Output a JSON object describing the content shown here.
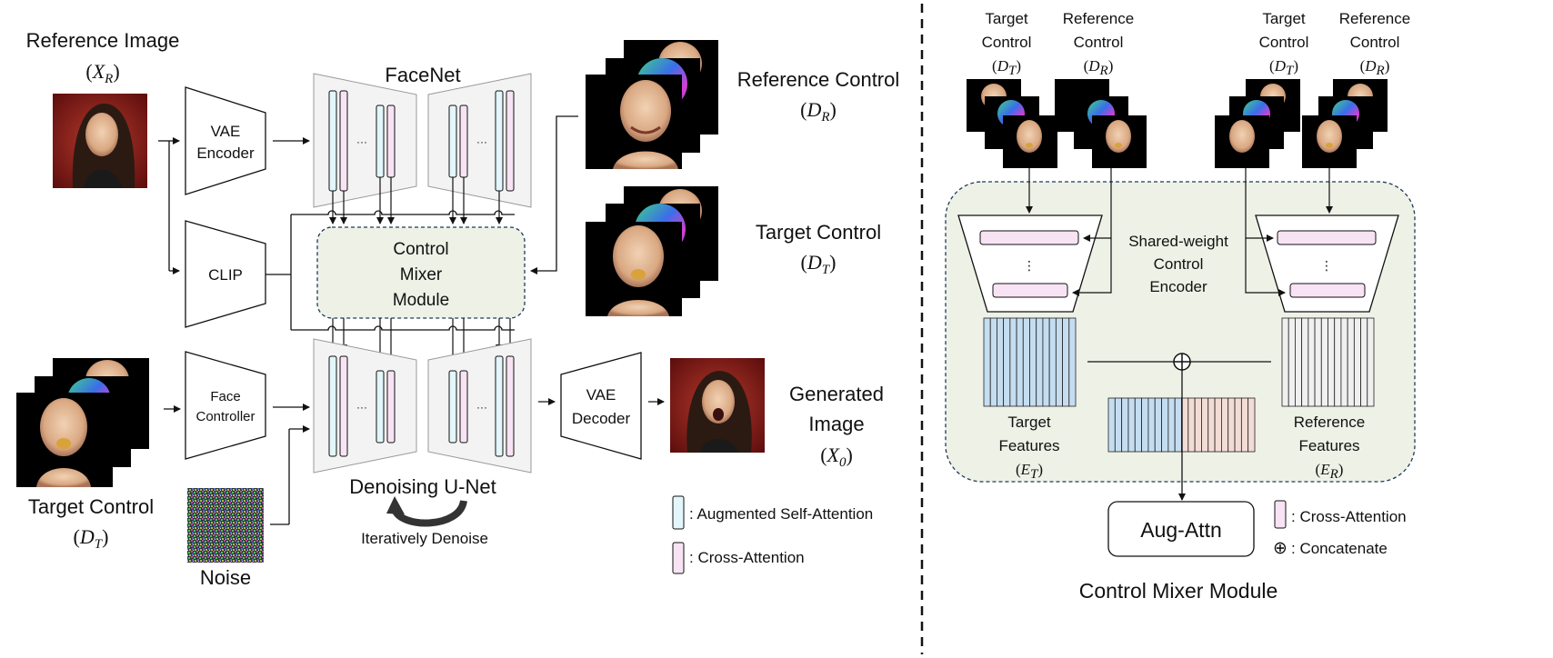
{
  "left": {
    "reference_image_title": "Reference Image",
    "reference_image_symbol": "X",
    "reference_image_sub": "R",
    "vae_encoder": [
      "VAE",
      "Encoder"
    ],
    "clip": "CLIP",
    "face_controller": [
      "Face",
      "Controller"
    ],
    "target_control_title": "Target Control",
    "target_control_symbol": "D",
    "target_control_sub": "T",
    "noise_label": "Noise",
    "facenet_label": "FaceNet",
    "unet_label": "Denoising U-Net",
    "iterative_label": "Iteratively Denoise",
    "ellipsis": "···",
    "mixer_lines": [
      "Control",
      "Mixer",
      "Module"
    ],
    "vae_decoder": [
      "VAE",
      "Decoder"
    ],
    "reference_control_title": "Reference Control",
    "reference_control_symbol": "D",
    "reference_control_sub": "R",
    "target_control2_title": "Target Control",
    "target_control2_symbol": "D",
    "target_control2_sub": "T",
    "generated_lines": [
      "Generated",
      "Image"
    ],
    "generated_symbol": "X",
    "generated_sub": "0",
    "legend_self_attn": ": Augmented Self-Attention",
    "legend_cross_attn": ": Cross-Attention"
  },
  "right": {
    "col_labels": [
      {
        "line1": "Target",
        "line2": "Control",
        "sym": "D",
        "sub": "T"
      },
      {
        "line1": "Reference",
        "line2": "Control",
        "sym": "D",
        "sub": "R"
      },
      {
        "line1": "Target",
        "line2": "Control",
        "sym": "D",
        "sub": "T"
      },
      {
        "line1": "Reference",
        "line2": "Control",
        "sym": "D",
        "sub": "R"
      }
    ],
    "encoder_lines": [
      "Shared-weight",
      "Control",
      "Encoder"
    ],
    "vdots": "⋮",
    "concat_symbol": "⊕",
    "target_features": [
      "Target",
      "Features"
    ],
    "target_features_sym": "E",
    "target_features_sub": "T",
    "reference_features": [
      "Reference",
      "Features"
    ],
    "reference_features_sym": "E",
    "reference_features_sub": "R",
    "aug_attn": "Aug-Attn",
    "legend_cross_attn": ": Cross-Attention",
    "legend_concat_symbol": "⊕",
    "legend_concat": ": Concatenate",
    "title": "Control Mixer Module"
  },
  "colors": {
    "self_attn": "#e3f6fb",
    "cross_attn": "#f7e3f3",
    "module_fill": "#eef1e6",
    "block_fill": "#f3f3f3",
    "target_feature_stripe": "#c5ddf0",
    "reference_feature_stripe": "#f0f0f0",
    "face_bg": "#000000",
    "photo_bg": "#8b1a1a"
  }
}
